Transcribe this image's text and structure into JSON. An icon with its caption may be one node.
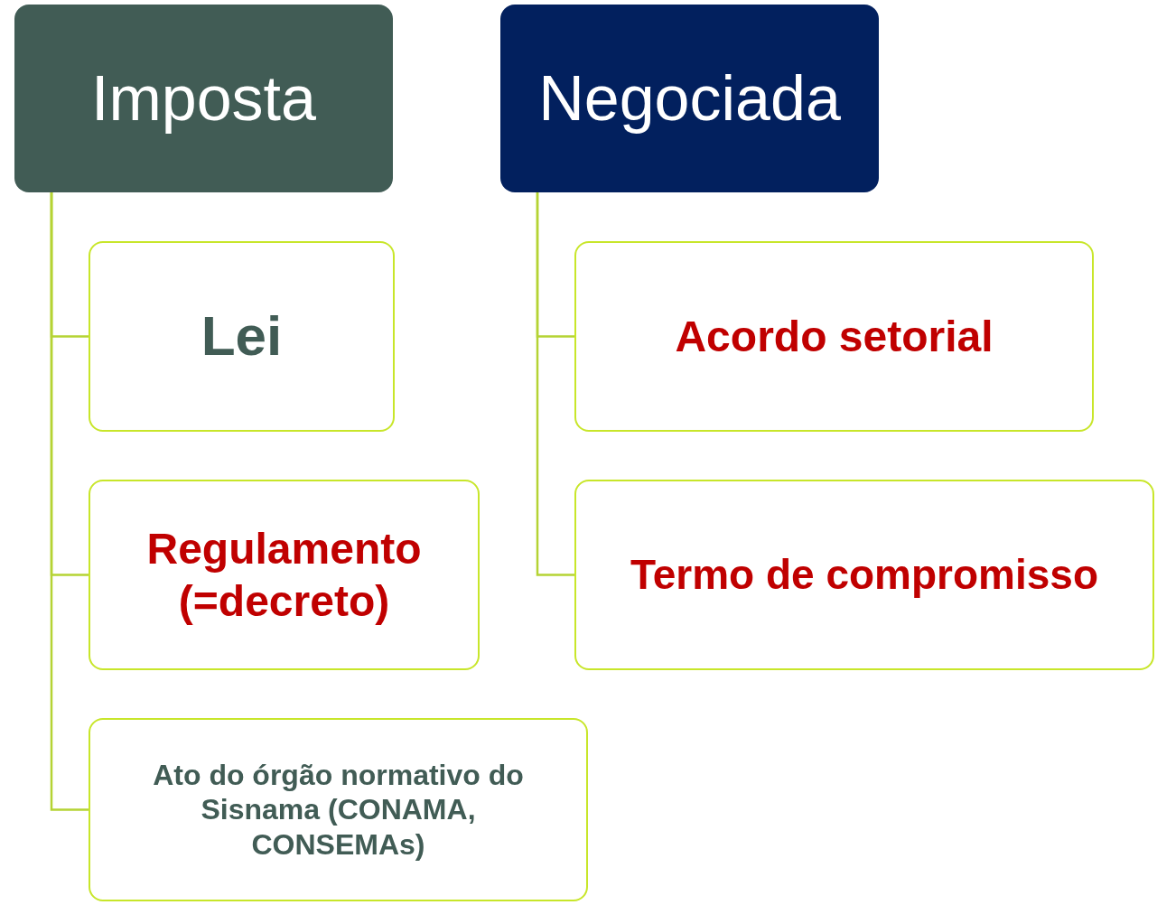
{
  "diagram": {
    "nodes": [
      {
        "text": [
          "Imposta"
        ]
      },
      {
        "text": [
          "Negociada"
        ]
      },
      {
        "text": [
          "Lei"
        ]
      },
      {
        "text": [
          "Regulamento (=decreto)"
        ]
      },
      {
        "text": [
          "Ato do órgão normativo do Sisnama (CONAMA, CONSEMAs)"
        ]
      },
      {
        "text": [
          "Acordo setorial"
        ]
      },
      {
        "text": [
          "Termo de compromisso"
        ]
      }
    ],
    "edges": [
      {
        "from": 0,
        "to": 2,
        "arrow": "none"
      },
      {
        "from": 0,
        "to": 3,
        "arrow": "none"
      },
      {
        "from": 0,
        "to": 4,
        "arrow": "none"
      },
      {
        "from": 1,
        "to": 5,
        "arrow": "none"
      },
      {
        "from": 1,
        "to": 6,
        "arrow": "none"
      }
    ]
  }
}
